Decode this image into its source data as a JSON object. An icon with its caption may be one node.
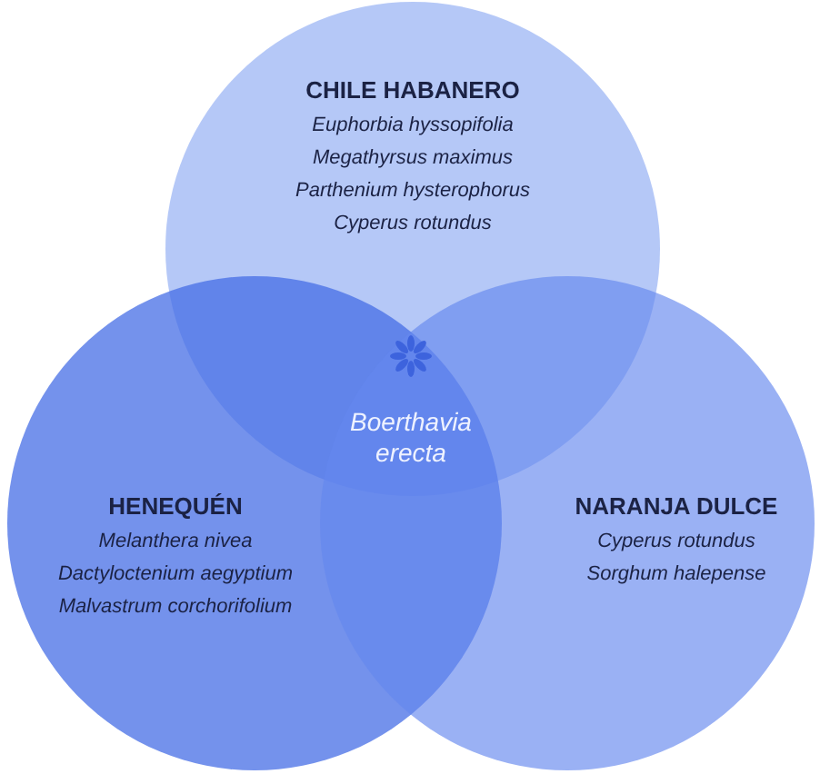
{
  "diagram": {
    "nodes": [
      {
        "text": [
          "CHILE HABANERO",
          "Euphorbia hyssopifolia",
          "Megathyrsus maximus",
          "Parthenium hysterophorus",
          "Cyperus rotundus"
        ]
      },
      {
        "text": [
          "HENEQUÉN",
          "Melanthera nivea",
          "Dactyloctenium aegyptium",
          "Malvastrum corchorifolium"
        ]
      },
      {
        "text": [
          "NARANJA DULCE",
          "Cyperus rotundus",
          "Sorghum halepense"
        ]
      }
    ],
    "labels": [
      "Boerthavia erecta"
    ]
  }
}
